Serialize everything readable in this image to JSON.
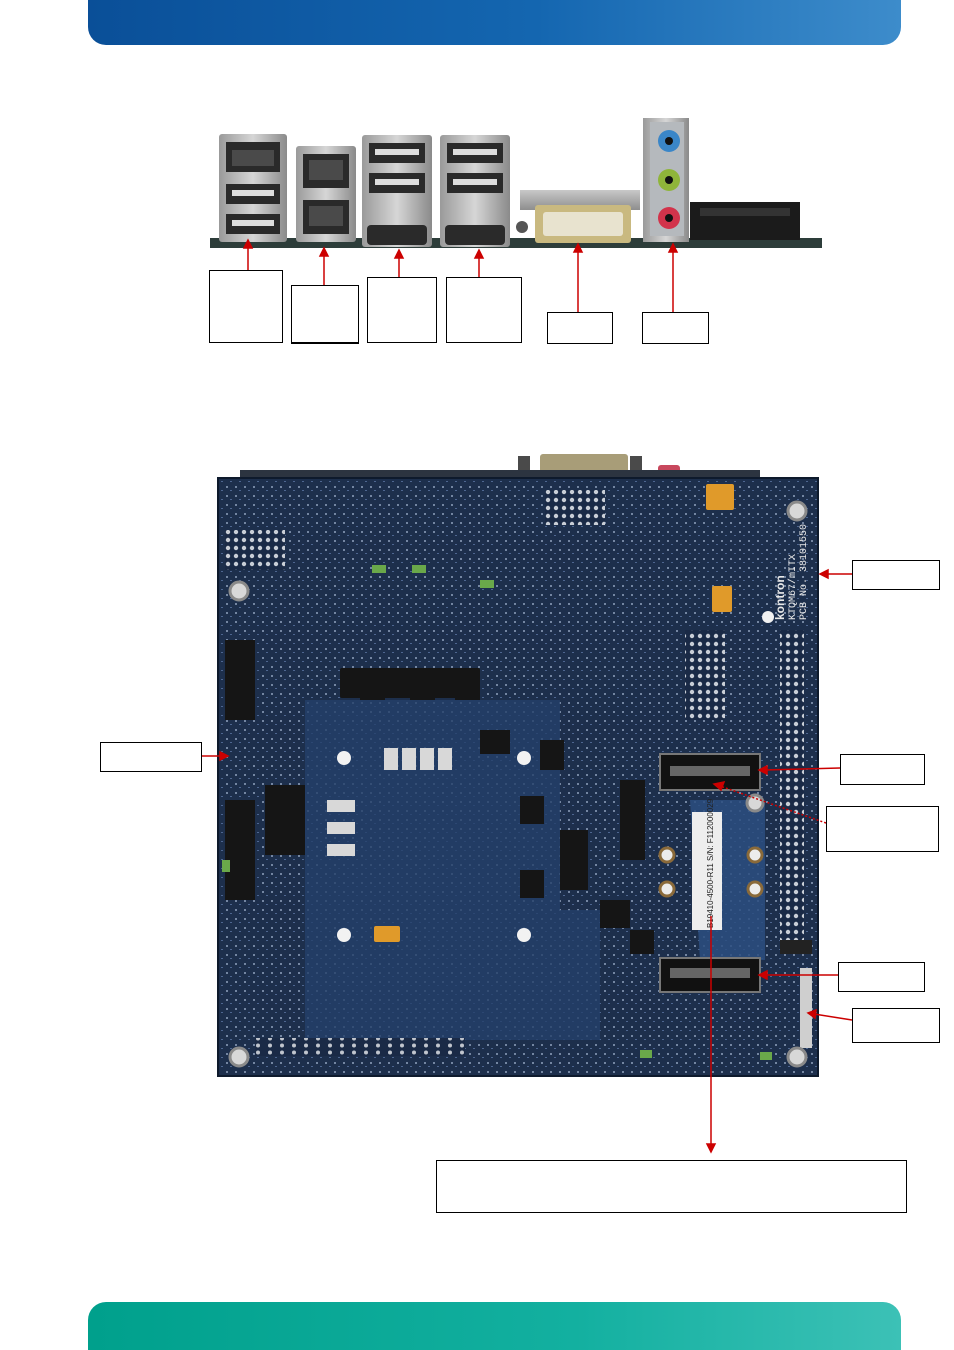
{
  "page": {
    "header_color": "#1466b0",
    "footer_color": "#13b0a0"
  },
  "figures": {
    "io_panel": {
      "label_boxes": [
        "",
        "",
        "",
        "",
        "",
        ""
      ],
      "arrow_color": "#cc0000"
    },
    "board_bottom": {
      "pcb_marking_1": "kontron",
      "pcb_marking_2": "KTQM67/mITX",
      "pcb_marking_3": "PCB No. 38101550",
      "serial_label": "B19410-4500-R11  S/N: F112000029",
      "label_boxes": [
        "",
        "",
        "",
        "",
        "",
        "",
        ""
      ],
      "arrow_color": "#cc0000"
    }
  }
}
